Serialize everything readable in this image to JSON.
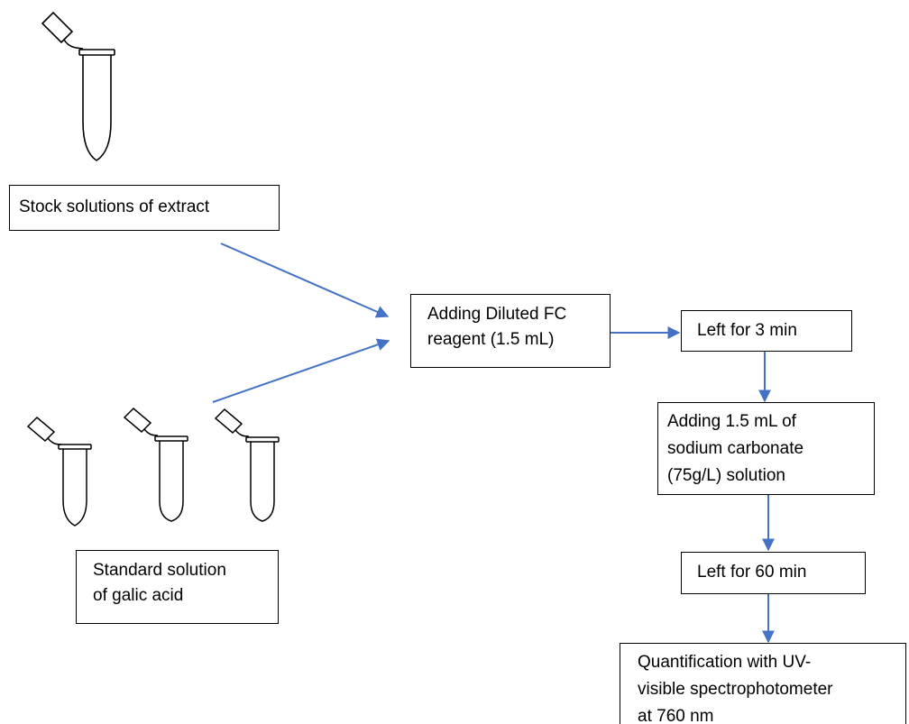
{
  "boxes": {
    "stock": "Stock solutions of extract",
    "fc_reagent": "Adding Diluted FC\nreagent (1.5 mL)",
    "left_3": "Left for 3 min",
    "sodium": "Adding 1.5 mL of\nsodium carbonate\n(75g/L) solution",
    "left_60": "Left for 60 min",
    "quant": "Quantification with UV-\nvisible spectrophotometer\nat 760 nm",
    "standard": "Standard solution\nof galic acid"
  },
  "colors": {
    "arrow": "#4472C4",
    "outline": "#000000"
  },
  "icons": [
    "tube-icon"
  ]
}
